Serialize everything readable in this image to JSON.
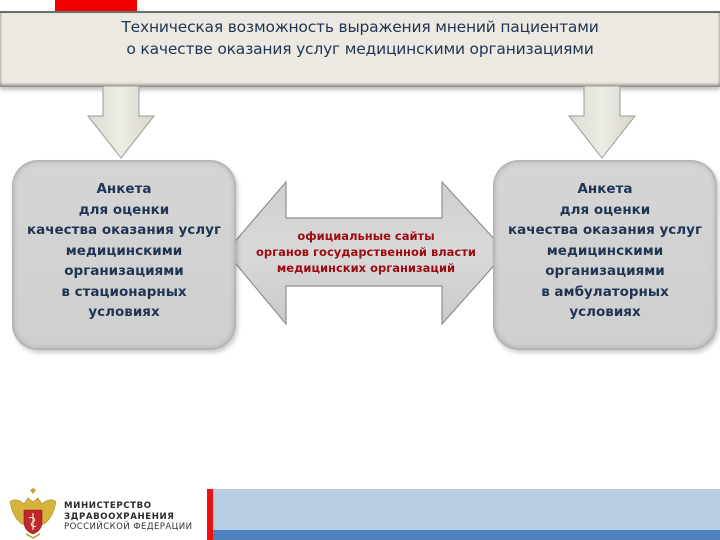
{
  "header": {
    "title_lines": [
      "Техническая возможность выражения мнений пациентами",
      "о качестве оказания услуг медицинскими организациями"
    ]
  },
  "left_box": {
    "lines": [
      "Анкета",
      "для оценки",
      "качества оказания услуг",
      "медицинскими",
      "организациями",
      "в стационарных",
      "условиях"
    ]
  },
  "center_arrow": {
    "lines": [
      "официальные сайты",
      "органов государственной власти",
      "медицинских организаций"
    ]
  },
  "right_box": {
    "lines": [
      "Анкета",
      "для оценки",
      "качества оказания услуг",
      "медицинскими",
      "организациями",
      "в амбулаторных",
      "условиях"
    ]
  },
  "footer": {
    "ministry_lines": [
      "МИНИСТЕРСТВО",
      "ЗДРАВООХРАНЕНИЯ",
      "РОССИЙСКОЙ ФЕДЕРАЦИИ"
    ],
    "logo_icon": "double-headed-eagle-emblem-icon"
  },
  "colors": {
    "header_bg": "#ebe9e1",
    "title_text": "#1f3553",
    "box_bg": "#d3d3d3",
    "arrow_text": "#9c0a12",
    "accent_red": "#f20000",
    "footer_light_blue": "#b8cce2",
    "footer_dark_blue": "#4f81bd"
  }
}
